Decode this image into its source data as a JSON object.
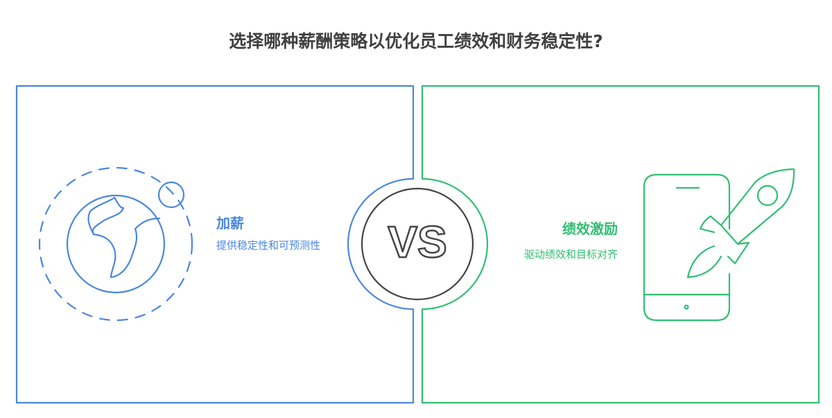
{
  "title": "选择哪种薪酬策略以优化员工绩效和财务稳定性?",
  "left": {
    "title": "加薪",
    "description": "提供稳定性和可预测性",
    "color": "#4a86e0",
    "icon": "globe-icon"
  },
  "right": {
    "title": "绩效激励",
    "description": "驱动绩效和目标对齐",
    "color": "#2fbf71",
    "icon": "phone-rocket-icon"
  },
  "center": {
    "label": "VS"
  }
}
